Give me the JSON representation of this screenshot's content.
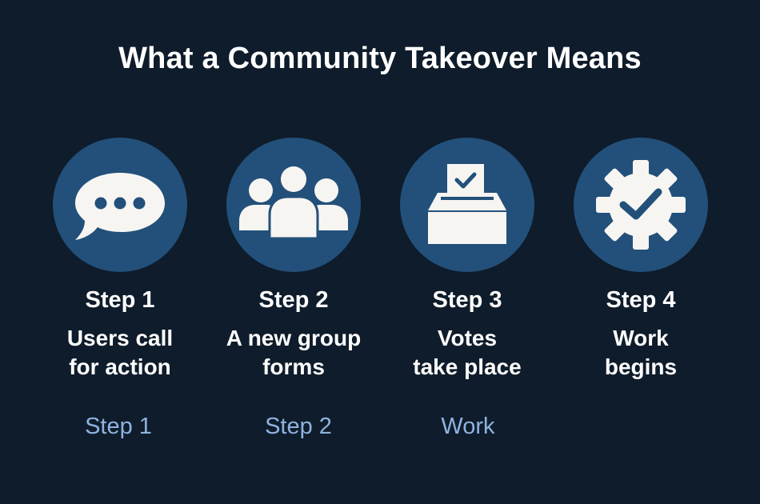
{
  "title": "What a Community Takeover Means",
  "colors": {
    "background": "#0f1c2b",
    "circle": "#22507a",
    "icon_fill": "#f7f5f2",
    "text": "#ffffff",
    "secondary_text": "#8fb3e0"
  },
  "steps": [
    {
      "label": "Step 1",
      "line1": "Users call",
      "line2": "for action",
      "icon": "speech-bubble-icon"
    },
    {
      "label": "Step 2",
      "line1": "A new group",
      "line2": "forms",
      "icon": "group-people-icon"
    },
    {
      "label": "Step 3",
      "line1": "Votes",
      "line2": "take place",
      "icon": "ballot-box-icon"
    },
    {
      "label": "Step 4",
      "line1": "Work",
      "line2": "begins",
      "icon": "gear-check-icon"
    }
  ],
  "footer_labels": [
    "Step 1",
    "Step 2",
    "Work"
  ]
}
